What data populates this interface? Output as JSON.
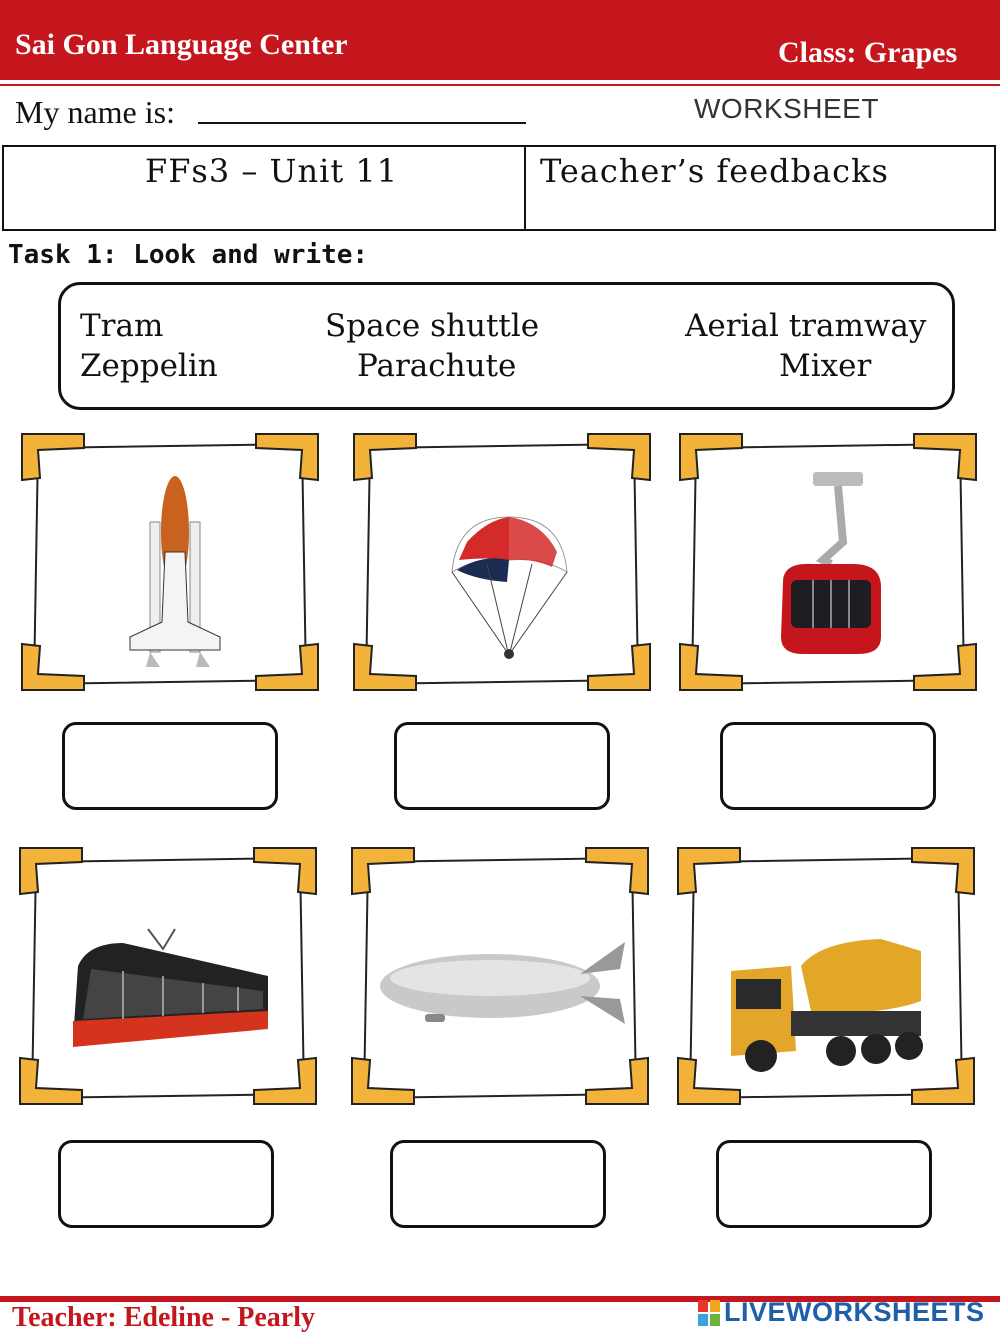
{
  "header": {
    "center_name": "Sai Gon Language Center",
    "class_label": "Class: Grapes",
    "bar_color": "#c4161c"
  },
  "student": {
    "name_label": "My name is:",
    "worksheet_label": "WORKSHEET"
  },
  "info": {
    "unit": "FFs3 – Unit 11",
    "feedback": "Teacher’s feedbacks"
  },
  "task": {
    "title": "Task 1: Look and write:"
  },
  "word_bank": [
    "Tram",
    "Space shuttle",
    "Aerial tramway",
    "Zeppelin",
    "Parachute",
    "Mixer"
  ],
  "pictures": [
    "space-shuttle-icon",
    "parachute-icon",
    "cable-car-icon",
    "tram-icon",
    "zeppelin-icon",
    "mixer-truck-icon"
  ],
  "footer": {
    "teacher": "Teacher: Edeline - Pearly",
    "brand": "LIVEWORKSHEETS"
  }
}
